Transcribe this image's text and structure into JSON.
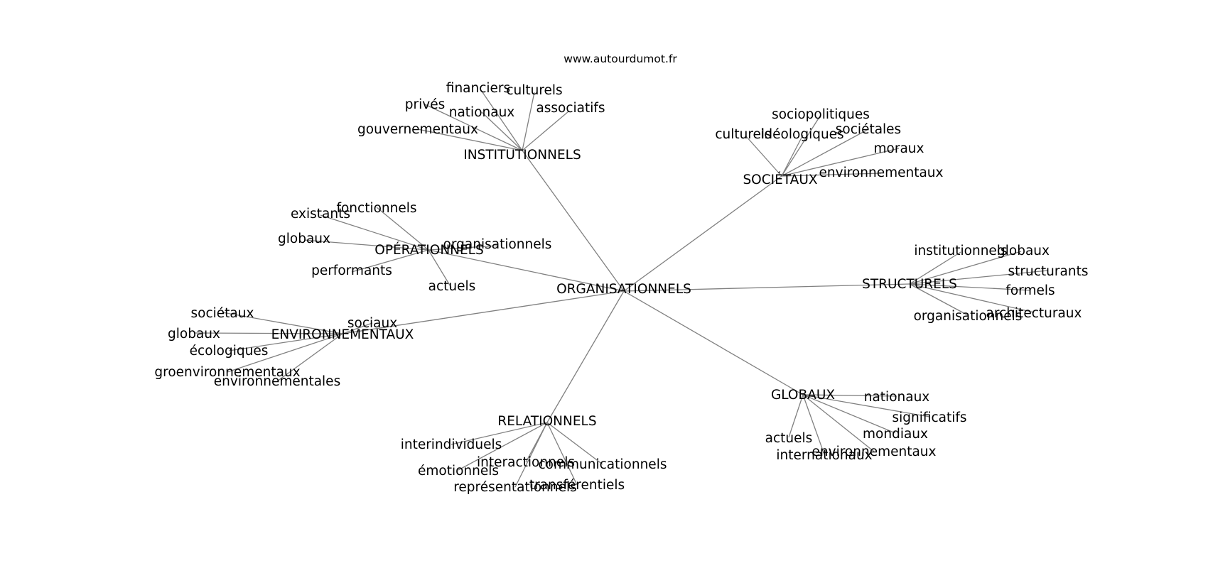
{
  "watermark": "www.autourdumot.fr",
  "edge_color": "#808080",
  "center": {
    "id": "center",
    "label": "ORGANISATIONNELS"
  },
  "hubs": [
    {
      "id": "institutionnels",
      "label": "INSTITUTIONNELS",
      "leaves": [
        "financiers",
        "culturels",
        "privés",
        "nationaux",
        "associatifs",
        "gouvernementaux"
      ]
    },
    {
      "id": "societaux",
      "label": "SOCIÉTAUX",
      "leaves": [
        "sociopolitiques",
        "culturels",
        "idéologiques",
        "sociétales",
        "moraux",
        "environnementaux"
      ]
    },
    {
      "id": "operationnels",
      "label": "OPÉRATIONNELS",
      "leaves": [
        "fonctionnels",
        "existants",
        "globaux",
        "organisationnels",
        "performants",
        "actuels"
      ]
    },
    {
      "id": "structurels",
      "label": "STRUCTURELS",
      "leaves": [
        "institutionnels",
        "globaux",
        "structurants",
        "formels",
        "architecturaux",
        "organisationnels"
      ]
    },
    {
      "id": "environnementaux",
      "label": "ENVIRONNEMENTAUX",
      "leaves": [
        "sociétaux",
        "sociaux",
        "globaux",
        "écologiques",
        "groenvironnementaux",
        "environnementales"
      ]
    },
    {
      "id": "globaux",
      "label": "GLOBAUX",
      "leaves": [
        "nationaux",
        "significatifs",
        "mondiaux",
        "actuels",
        "internationaux",
        "environnementaux"
      ]
    },
    {
      "id": "relationnels",
      "label": "RELATIONNELS",
      "leaves": [
        "interindividuels",
        "interactionnels",
        "communicationnels",
        "émotionnels",
        "représentationnels",
        "transférentiels"
      ]
    }
  ]
}
